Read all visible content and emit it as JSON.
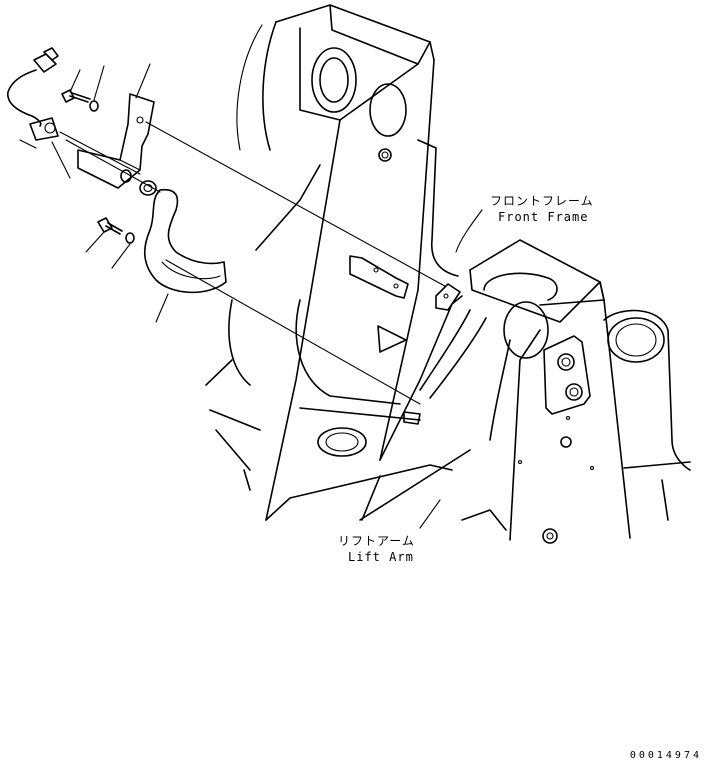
{
  "labels": {
    "front_frame_jp": "フロントフレーム",
    "front_frame_en": "Front Frame",
    "lift_arm_jp": "リフトアーム",
    "lift_arm_en": "Lift Arm"
  },
  "drawing_code": "00014974"
}
